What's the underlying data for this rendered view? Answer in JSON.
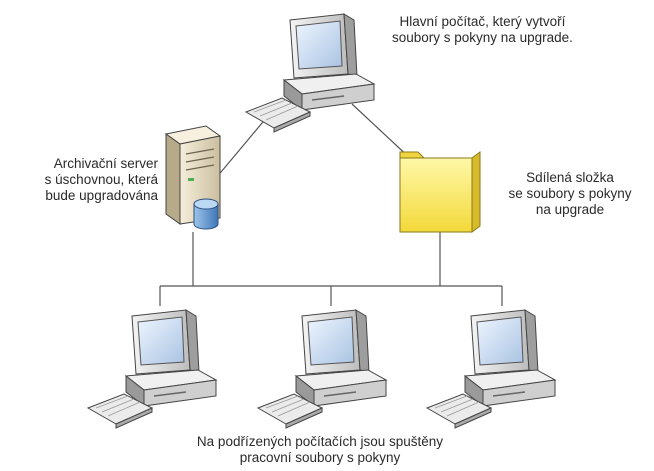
{
  "labels": {
    "main_computer": [
      "Hlavní počítač, který vytvoří",
      "soubory s pokyny na upgrade."
    ],
    "archive_server": [
      "Archivační server",
      "s úschovnou, která",
      "bude upgradována"
    ],
    "shared_folder": [
      "Sdílená složka",
      "se soubory s pokyny",
      "na upgrade"
    ],
    "sub_computers": [
      "Na podřízených počítačích jsou spuštěny",
      "pracovní soubory s pokyny"
    ]
  },
  "icons": {
    "main_computer": "desktop-computer-icon",
    "archive_server": "server-icon",
    "shared_folder": "folder-icon",
    "sub_computers": [
      "desktop-computer-icon",
      "desktop-computer-icon",
      "desktop-computer-icon"
    ]
  },
  "colors": {
    "folder": "#fff176",
    "computer_body": "#e8e8e8",
    "screen": "#cfe0f3",
    "line": "#555555"
  }
}
